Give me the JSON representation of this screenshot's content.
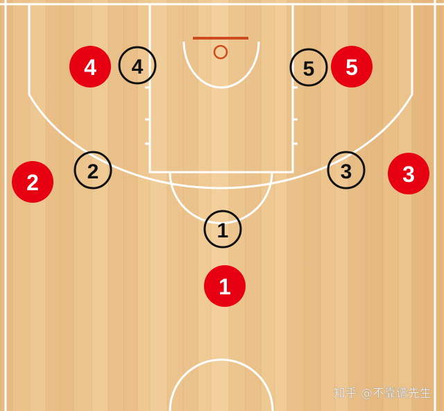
{
  "colors": {
    "court_light": "#f2cf9a",
    "court_mid": "#e8bb7f",
    "court_dark": "#d9a66b",
    "line": "#ffffff",
    "rim": "#cc4b1f",
    "offense": "#e60012",
    "offense_text": "#ffffff",
    "defense_text": "#111111"
  },
  "offense": [
    {
      "label": "1"
    },
    {
      "label": "2"
    },
    {
      "label": "3"
    },
    {
      "label": "4"
    },
    {
      "label": "5"
    }
  ],
  "defense": [
    {
      "label": "1"
    },
    {
      "label": "2"
    },
    {
      "label": "3"
    },
    {
      "label": "4"
    },
    {
      "label": "5"
    }
  ],
  "watermark": {
    "text": "知乎 @不靠谱先生"
  }
}
